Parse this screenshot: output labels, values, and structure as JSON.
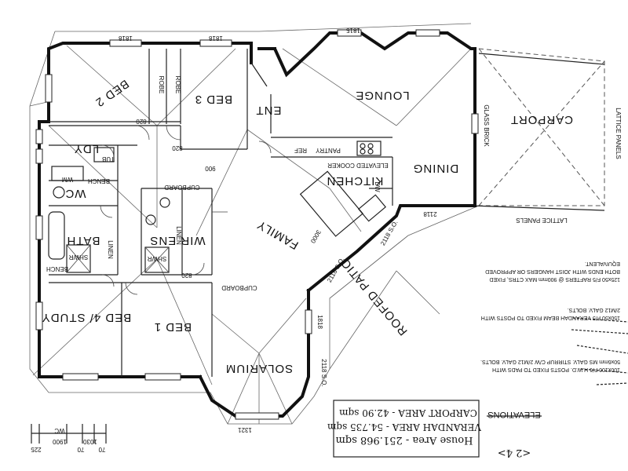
{
  "rooms": {
    "bed2": "BED 2",
    "bed3": "BED 3",
    "robe1": "ROBE",
    "robe2": "ROBE",
    "ent": "ENT",
    "lounge": "LOUNGE",
    "carport": "CARPORT",
    "dining": "DINING",
    "kitchen": "KITCHEN",
    "family": "FAMILY",
    "ldy": "LDY",
    "wc": "WC",
    "bath": "BATH",
    "wir_ens": "WIR ENS",
    "study": "BED 4/ STUDY",
    "bed1": "BED 1",
    "solarium": "SOLARIUM",
    "patio": "ROOFED PATIO",
    "pantry": "PANTRY",
    "ref": "REF",
    "cooker": "ELEVATED COOKER",
    "cupboard1": "CUPBOARD",
    "cupboard2": "CUPBOARD",
    "linen1": "LINEN",
    "linen2": "LINEN",
    "bench1": "BENCH",
    "bench2": "BENCH",
    "shwr1": "SHWR",
    "shwr2": "SHWR",
    "tub": "TUB",
    "wm": "WM",
    "dw": "DW"
  },
  "labels": {
    "lattice_top": "LATTICE PANELS",
    "lattice_bottom": "LATTICE PANELS",
    "glass_brick": "GLASS BRICK",
    "dim_900": "900",
    "dim_3000": "3000",
    "dim_1900": "1900",
    "dim_225": "225",
    "dim_70a": "70",
    "dim_1030": "1030",
    "dim_70b": "70",
    "dim_wc": "WC",
    "dim_2118a": "2118",
    "dim_2118b": "2118 S.O.",
    "dim_2118c": "2118 S.O.",
    "dim_2118d": "2118 S.O.",
    "dim_1815": "1815",
    "dim_1818a": "1818",
    "dim_1818b": "1818",
    "dim_1818c": "1818",
    "dim_820a": "820",
    "dim_820b": "820",
    "dim_820c": "820",
    "dim_1321": "1321"
  },
  "notes": {
    "rafters": "125x50 F/5 RAFTERS @ 900mm MAX CTRS, FIXED BOTH ENDS WITH JOIST HANGERS OR APPROVED EQUIVALENT.",
    "beam": "150x50 F/5 VERANDAH BEAM FIXED TO POSTS WITH 2/M12 GALV. BOLTS.",
    "posts": "100x100 F/6 H.W.D. POSTS FIXED TO PADS WITH 50x6mm MS GALV. STIRRUP C/W 2/M12 GALV. BOLTS."
  },
  "areas": {
    "house": "House Area - 251.968 sqm",
    "verandah": "VERANDAH AREA - 54.735 sqm",
    "carport": "CARPORT AREA - 42.90 sqm"
  },
  "footer": {
    "elevations": "ELEVATIONS",
    "page": "<2  4>"
  }
}
